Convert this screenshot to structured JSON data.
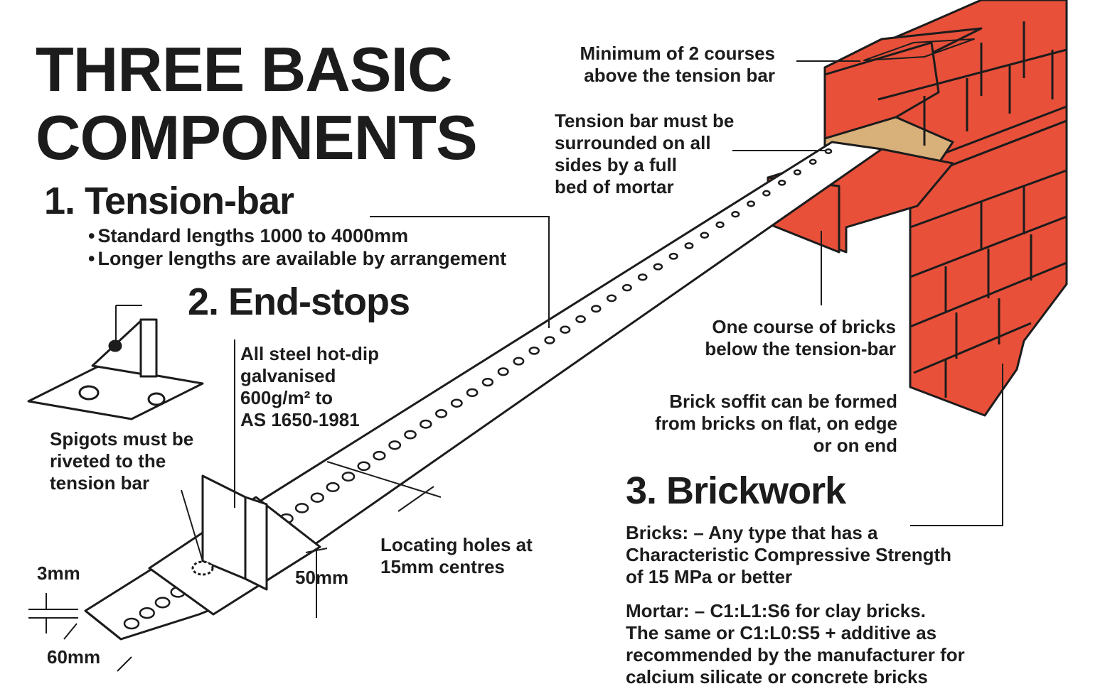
{
  "title": {
    "line1": "THREE BASIC",
    "line2": "COMPONENTS"
  },
  "tension_bar": {
    "heading": "1. Tension-bar",
    "bullets": [
      "Standard lengths 1000 to 4000mm",
      "Longer lengths are available by arrangement"
    ]
  },
  "end_stops": {
    "heading": "2. End-stops",
    "spigot_note": [
      "Spigots must be",
      "riveted to the",
      "tension bar"
    ],
    "galvanised_note": [
      "All steel hot-dip",
      "galvanised",
      "600g/m² to",
      "AS 1650-1981"
    ]
  },
  "brickwork": {
    "heading": "3. Brickwork",
    "bricks_text": [
      "Bricks: – Any type that has a",
      "Characteristic Compressive Strength",
      "of 15 MPa or better"
    ],
    "mortar_text": [
      "Mortar: – C1:L1:S6 for clay bricks.",
      "The same or C1:L0:S5  +  additive as",
      "recommended by the manufacturer for",
      "calcium silicate or concrete bricks"
    ]
  },
  "callouts": {
    "courses_above": [
      "Minimum of 2 courses",
      "above the tension bar"
    ],
    "mortar_bed": [
      "Tension bar must be",
      "surrounded on all",
      "sides by a full",
      "bed of mortar"
    ],
    "course_below": [
      "One course of bricks",
      "below the tension-bar"
    ],
    "soffit": [
      "Brick soffit can be formed",
      "from bricks on flat, on edge",
      "or on end"
    ],
    "locating_holes": [
      "Locating holes at",
      "15mm centres"
    ]
  },
  "dimensions": {
    "thickness": "3mm",
    "height": "50mm",
    "width": "60mm"
  },
  "colors": {
    "brick": "#e8503a",
    "ink": "#1c1c1c",
    "background": "#ffffff"
  }
}
